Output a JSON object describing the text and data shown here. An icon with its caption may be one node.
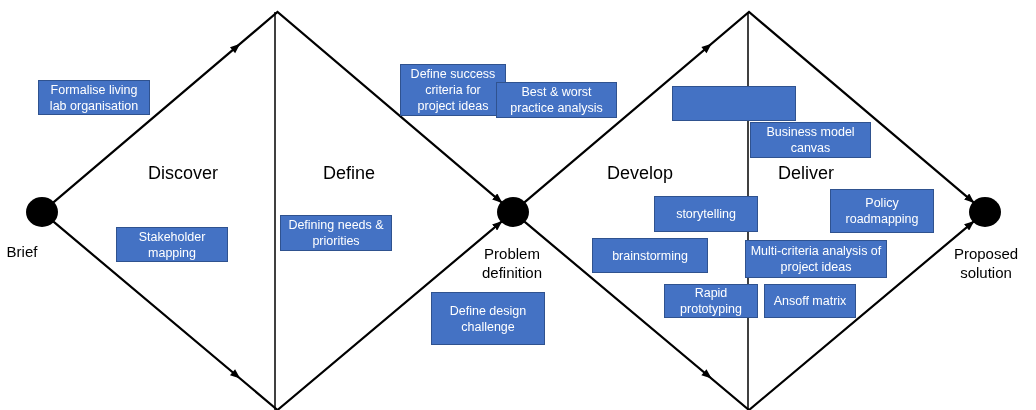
{
  "diagram": {
    "nodes": [
      {
        "text": [],
        "shape": "circle",
        "beside": [
          "Brief"
        ]
      },
      {
        "text": [
          "Formalise living lab organisation"
        ]
      },
      {
        "text": [
          "Stakeholder mapping"
        ]
      },
      {
        "text": [
          "Defining needs & priorities"
        ]
      },
      {
        "text": [
          "Define success criteria for project ideas"
        ]
      },
      {
        "text": [],
        "shape": "circle",
        "beside": [
          "Problem definition"
        ]
      },
      {
        "text": [
          "Define design challenge"
        ]
      },
      {
        "text": [
          "Best & worst practice analysis"
        ]
      },
      {
        "text": [],
        "shape": "box"
      },
      {
        "text": [
          "storytelling"
        ]
      },
      {
        "text": [
          "brainstorming"
        ]
      },
      {
        "text": [
          "Rapid prototyping"
        ]
      },
      {
        "text": [
          "Business model canvas"
        ]
      },
      {
        "text": [
          "Policy roadmapping"
        ]
      },
      {
        "text": [
          "Multi-criteria analysis of project ideas"
        ]
      },
      {
        "text": [
          "Ansoff matrix"
        ]
      },
      {
        "text": [],
        "shape": "circle",
        "beside": [
          "Proposed solution"
        ]
      }
    ],
    "edges": [
      {
        "from": 0,
        "to": 5,
        "arrow": "to"
      },
      {
        "from": 0,
        "to": 5,
        "arrow": "to"
      },
      {
        "from": 5,
        "to": 16,
        "arrow": "to"
      },
      {
        "from": 5,
        "to": 16,
        "arrow": "to"
      }
    ],
    "labels": [
      "Discover",
      "Define",
      "Develop",
      "Deliver"
    ]
  }
}
